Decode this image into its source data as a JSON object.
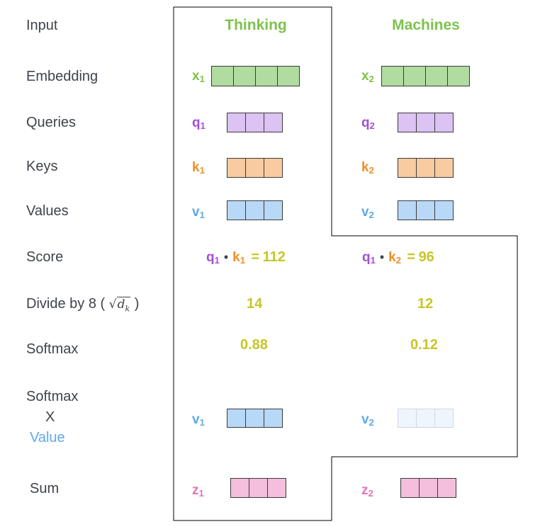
{
  "labels": {
    "input": "Input",
    "embedding": "Embedding",
    "queries": "Queries",
    "keys": "Keys",
    "values": "Values",
    "score": "Score",
    "divide": "Divide by 8 (",
    "divide_close": ")",
    "sqrt_var": "d",
    "sqrt_sub": "k",
    "softmax": "Softmax",
    "softmax_x_value_1": "Softmax",
    "softmax_x_value_2": "X",
    "softmax_x_value_3": "Value",
    "sum": "Sum"
  },
  "words": [
    "Thinking",
    "Machines"
  ],
  "vars": {
    "x": "x",
    "q": "q",
    "k": "k",
    "v": "v",
    "z": "z",
    "sub1": "1",
    "sub2": "2",
    "dot": "•",
    "eq": "="
  },
  "col1": {
    "score": "112",
    "divided": "14",
    "softmax": "0.88"
  },
  "col2": {
    "score": "96",
    "divided": "12",
    "softmax": "0.12"
  },
  "colors": {
    "embedding": "#b1dca0",
    "query": "#dcc3f3",
    "key": "#f8cba0",
    "value": "#b8d8f8",
    "value_faded": "#eff5fc",
    "sum": "#f4bedd",
    "text_green": "#7dc24b",
    "text_yellow": "#c6c627"
  }
}
